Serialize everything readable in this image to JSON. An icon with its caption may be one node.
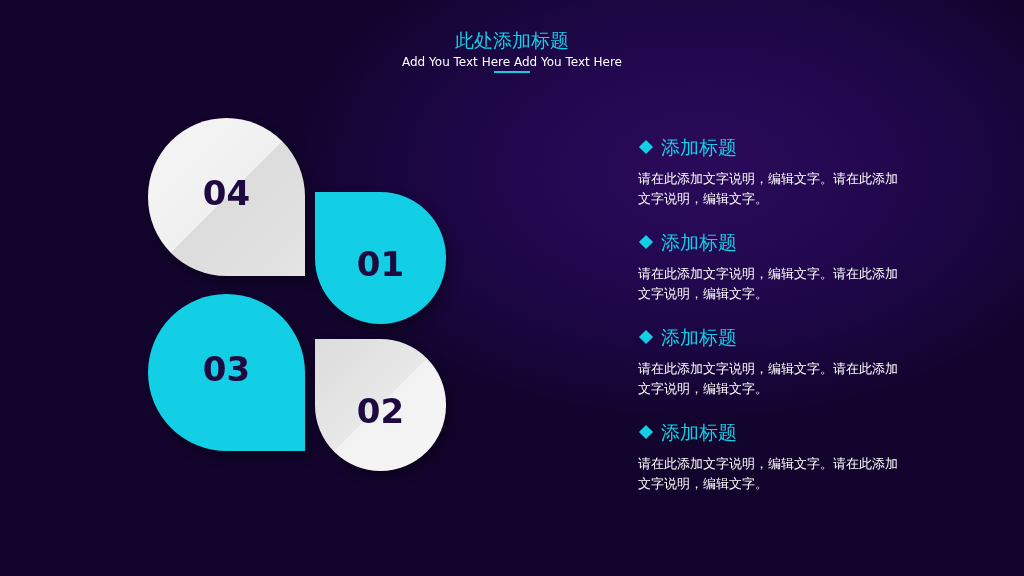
{
  "diagram": {
    "title": "此处添加标题",
    "nodes": [
      {
        "text": [
          "04"
        ]
      },
      {
        "text": [
          "01"
        ]
      },
      {
        "text": [
          "03"
        ]
      },
      {
        "text": [
          "02"
        ]
      }
    ],
    "edges": [],
    "labels": [
      "Add You Text Here Add You Text Here",
      "添加标题",
      "请在此添加文字说明，编辑文字。请在此添加文字说明，编辑文字。",
      "添加标题",
      "请在此添加文字说明，编辑文字。请在此添加文字说明，编辑文字。",
      "添加标题",
      "请在此添加文字说明，编辑文字。请在此添加文字说明，编辑文字。",
      "添加标题",
      "请在此添加文字说明，编辑文字。请在此添加文字说明，编辑文字。"
    ]
  }
}
